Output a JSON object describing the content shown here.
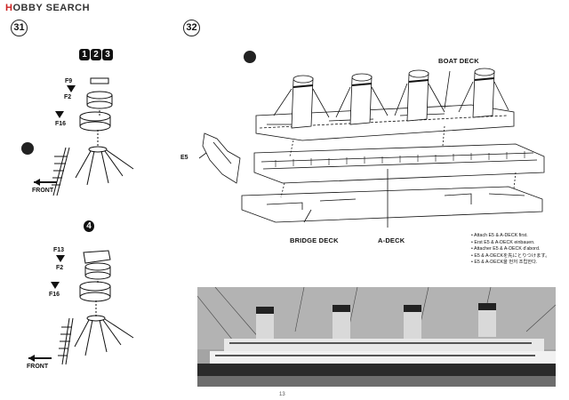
{
  "brand": {
    "logo_prefix": "H",
    "logo_mid": "OBBY",
    "logo_suffix": "SEARCH"
  },
  "steps": {
    "step31": "31",
    "step32": "32",
    "sub_badges": [
      "1",
      "2",
      "3"
    ],
    "sub4": "4"
  },
  "left_top": {
    "f9": "F9",
    "f2": "F2",
    "f16": "F16",
    "front": "FRONT"
  },
  "left_bottom": {
    "f13": "F13",
    "f2": "F2",
    "f16": "F16",
    "front": "FRONT"
  },
  "main_labels": {
    "boat_deck": "BOAT DECK",
    "e5": "E5",
    "bridge_deck": "BRIDGE DECK",
    "a_deck": "A-DECK"
  },
  "notes": [
    "• Attach E5 & A-DECK first.",
    "• Erst E5 & A-DECK einbauen.",
    "• Attacher E5 & A-DECK d'abord.",
    "• E5 & A-DECKを先にとりつけます。",
    "• E5 & A-DECK을 먼저 조립한다."
  ],
  "page_number": "13"
}
